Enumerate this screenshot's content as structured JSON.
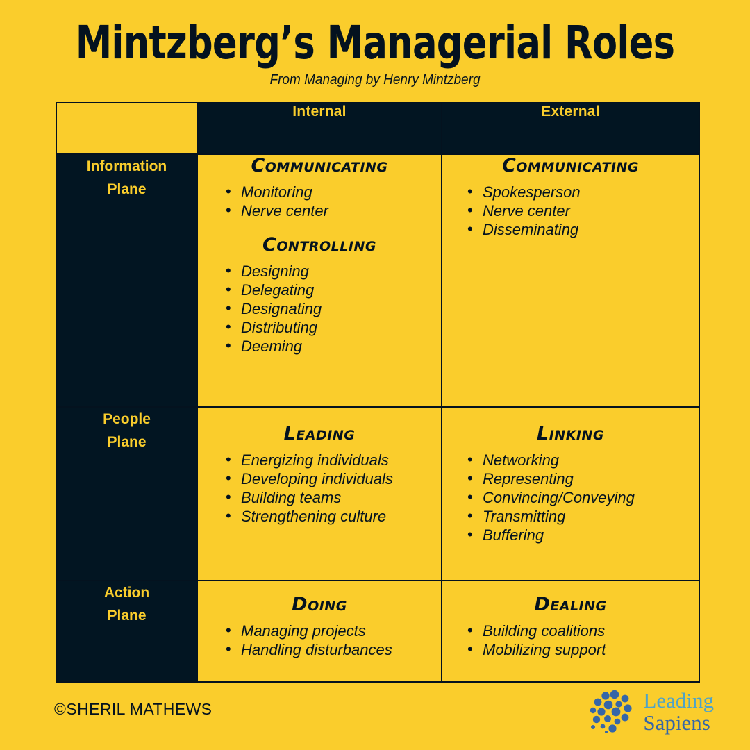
{
  "theme": {
    "background": "#facd2c",
    "ink": "#04121f",
    "panel": "#021522",
    "panel_text": "#facd2c",
    "logo_blue": "#3566a8",
    "logo_teal": "#4ea3c8"
  },
  "header": {
    "title": "Mintzberg’s Managerial Roles",
    "subtitle": "From Managing by Henry Mintzberg"
  },
  "matrix": {
    "corner_label": "",
    "columns": [
      {
        "label": "Internal"
      },
      {
        "label": "External"
      }
    ],
    "rows": [
      {
        "label_line1": "Information",
        "label_line2": "Plane",
        "internal": [
          {
            "title": "Communicating",
            "items": [
              "Monitoring",
              "Nerve center"
            ]
          },
          {
            "title": "Controlling",
            "items": [
              "Designing",
              "Delegating",
              "Designating",
              "Distributing",
              "Deeming"
            ]
          }
        ],
        "external": [
          {
            "title": "Communicating",
            "items": [
              "Spokesperson",
              "Nerve center",
              "Disseminating"
            ]
          }
        ]
      },
      {
        "label_line1": "People",
        "label_line2": "Plane",
        "internal": [
          {
            "title": "Leading",
            "items": [
              "Energizing individuals",
              "Developing individuals",
              "Building teams",
              "Strengthening culture"
            ]
          }
        ],
        "external": [
          {
            "title": "Linking",
            "items": [
              "Networking",
              "Representing",
              "Convincing/Conveying",
              "Transmitting",
              "Buffering"
            ]
          }
        ]
      },
      {
        "label_line1": "Action",
        "label_line2": "Plane",
        "internal": [
          {
            "title": "Doing",
            "items": [
              "Managing projects",
              "Handling disturbances"
            ]
          }
        ],
        "external": [
          {
            "title": "Dealing",
            "items": [
              "Building coalitions",
              "Mobilizing support"
            ]
          }
        ]
      }
    ]
  },
  "footer": {
    "credit": "©SHERIL MATHEWS",
    "logo": {
      "mark": "dot-spiral-logo-icon",
      "word_line1": "Leading",
      "word_line2": "Sapiens"
    }
  }
}
